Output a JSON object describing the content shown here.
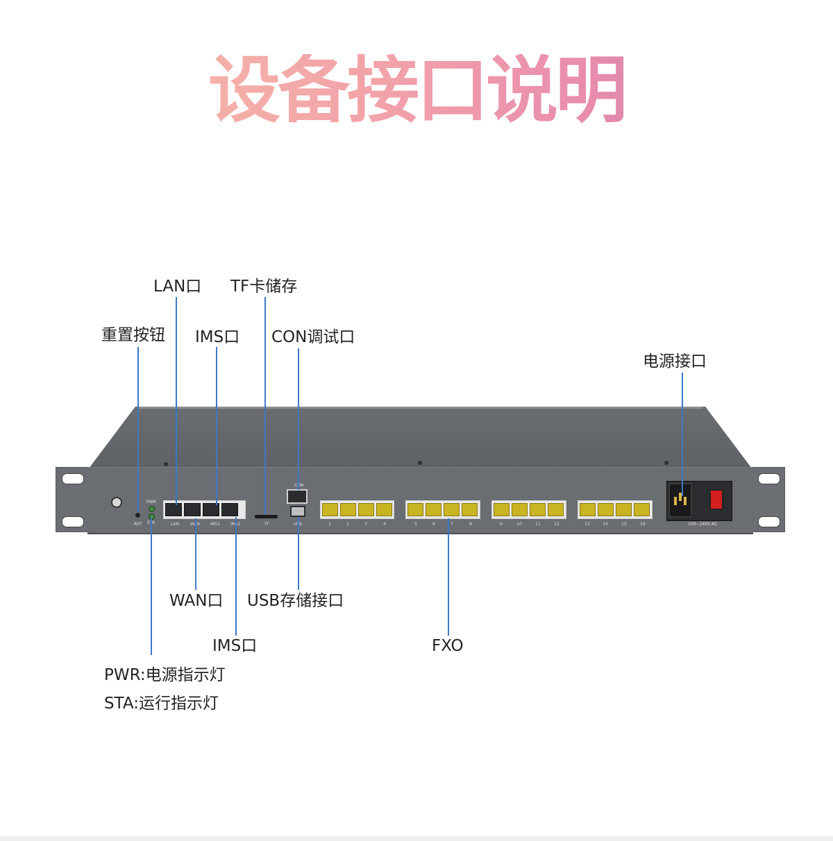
{
  "title": "设备接口说明",
  "labels": {
    "lan": "LAN口",
    "tf": "TF卡储存",
    "reset": "重置按钮",
    "ims_top": "IMS口",
    "con": "CON调试口",
    "power": "电源接口",
    "wan": "WAN口",
    "usb": "USB存储接口",
    "ims_bottom": "IMS口",
    "fxo": "FXO",
    "pwr_led": "PWR:电源指示灯",
    "sta_led": "STA:运行指示灯"
  },
  "panel_marks": {
    "pwr": "PWR",
    "sta": "STA",
    "rst": "RST",
    "lan": "LAN",
    "wan": "WAN",
    "ims1": "IMS1",
    "ims2": "IMS2",
    "tf": "TF",
    "con": "CON",
    "usb": "USB",
    "voltage": "100~240V  AC"
  },
  "fxo_ports": [
    "1",
    "2",
    "3",
    "4",
    "5",
    "6",
    "7",
    "8",
    "9",
    "10",
    "11",
    "12",
    "13",
    "14",
    "15",
    "16"
  ],
  "colors": {
    "leader_line": "#3b79c7",
    "chassis": "#6a6d72",
    "fxo_port": "#c9b423",
    "power_switch": "#d42020"
  }
}
